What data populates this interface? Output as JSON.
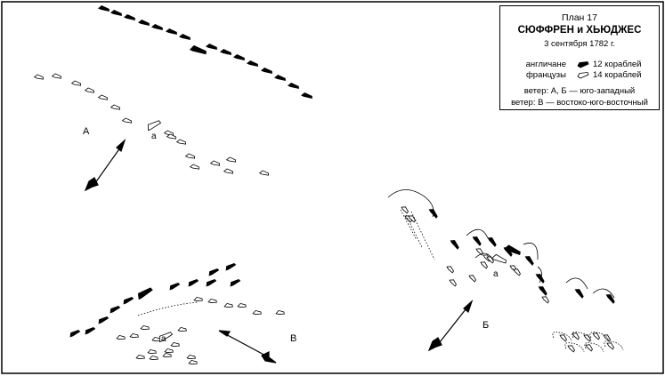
{
  "legend": {
    "plan": "План 17",
    "title": "СЮФФРЕН и ХЬЮДЖЕС",
    "date": "3 сентября 1782 г.",
    "english_label": "англичане",
    "english_count": "12 кораблей",
    "french_label": "французы",
    "french_count": "14 кораблей",
    "wind1": "ветер: А, Б — юго-западный",
    "wind2": "ветер: В — востоко-юго-восточный"
  },
  "labels": {
    "phase_a": "А",
    "phase_b": "Б",
    "phase_v": "В",
    "flagship": "а"
  },
  "colors": {
    "english": "#000000",
    "french": "#ffffff",
    "outline": "#000000"
  }
}
